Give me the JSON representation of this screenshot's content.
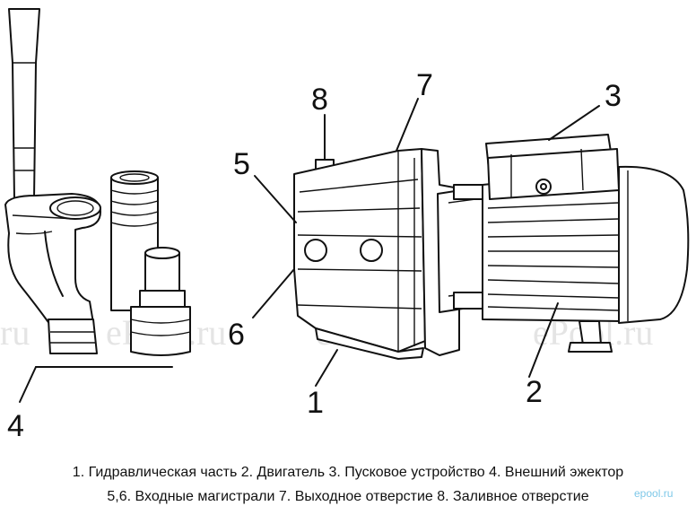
{
  "labels": {
    "n1": "1",
    "n2": "2",
    "n3": "3",
    "n4": "4",
    "n56": "5",
    "n6": "6",
    "n7": "7",
    "n8": "8"
  },
  "watermarks": {
    "w1": "ru",
    "w2": "ePool.ru",
    "w3": "ePool.ru",
    "w4": "ePool.ru"
  },
  "caption": {
    "line1": "1. Гидравлическая часть  2. Двигатель  3. Пусковое устройство  4. Внешний эжектор",
    "line2": "5,6. Входные магистрали  7. Выходное отверстие  8. Заливное отверстие"
  },
  "brand": "epool.ru"
}
